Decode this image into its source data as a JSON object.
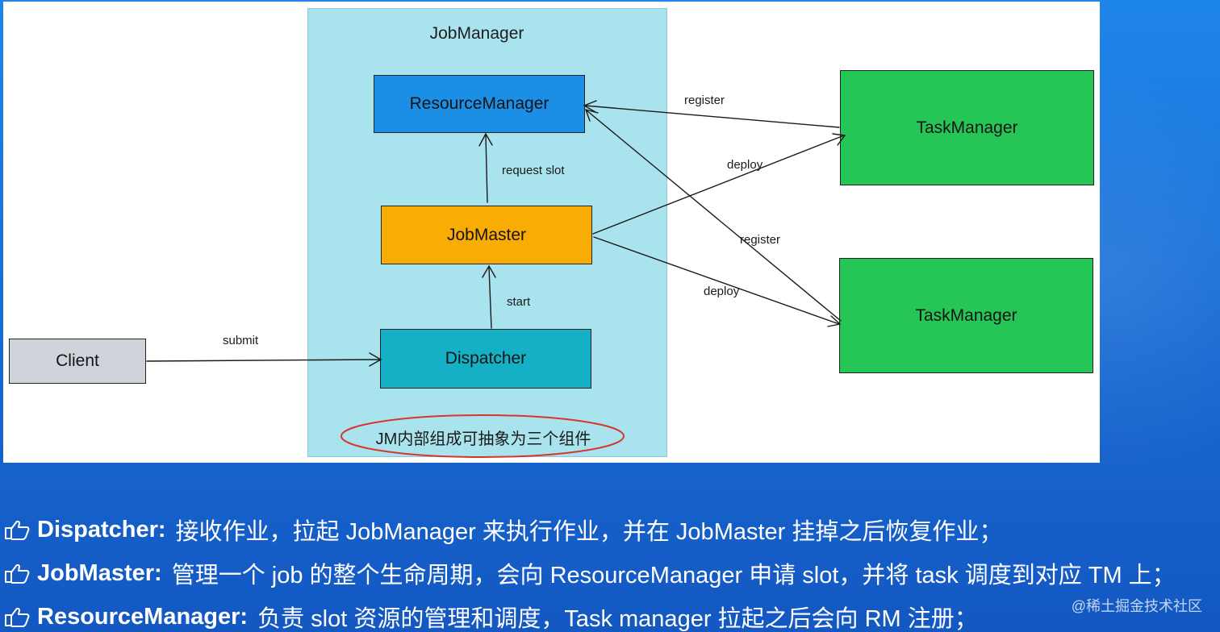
{
  "diagram": {
    "container_title": "JobManager",
    "nodes": {
      "resource_manager": "ResourceManager",
      "job_master": "JobMaster",
      "dispatcher": "Dispatcher",
      "client": "Client",
      "task_manager_1": "TaskManager",
      "task_manager_2": "TaskManager"
    },
    "edge_labels": {
      "submit": "submit",
      "start": "start",
      "request_slot": "request slot",
      "register_1": "register",
      "register_2": "register",
      "deploy_1": "deploy",
      "deploy_2": "deploy"
    },
    "note": "JM内部组成可抽象为三个组件"
  },
  "bullets": [
    {
      "term": "Dispatcher:",
      "text": "接收作业，拉起 JobManager 来执行作业，并在 JobMaster 挂掉之后恢复作业；"
    },
    {
      "term": "JobMaster:",
      "text": "管理一个 job 的整个生命周期，会向 ResourceManager 申请 slot，并将 task 调度到对应 TM 上；"
    },
    {
      "term": "ResourceManager:",
      "text": "负责 slot 资源的管理和调度，Task manager 拉起之后会向 RM 注册；"
    }
  ],
  "watermark": "@稀土掘金技术社区",
  "colors": {
    "jobmanager_bg": "#a9e4ee",
    "resource_manager": "#1b8ee6",
    "job_master": "#f9ad04",
    "dispatcher": "#15b0c5",
    "client": "#ced4da",
    "task_manager": "#26c656",
    "note_ellipse": "#d9352f",
    "slide_bg": "#1769d2"
  },
  "icons": {
    "bullet": "pointing-hand-icon"
  }
}
